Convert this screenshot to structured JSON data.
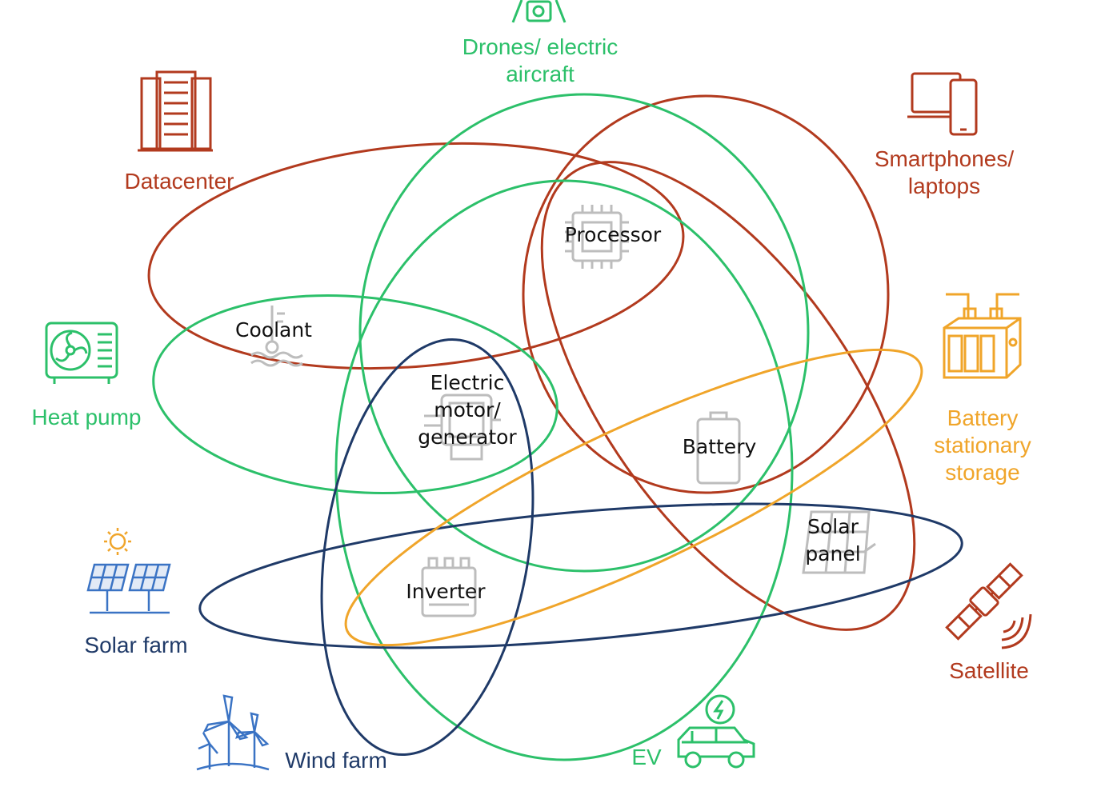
{
  "colors": {
    "datacenter": "#B23A1E",
    "electronics": "#B23A1E",
    "aircraft": "#2CC06A",
    "ev": "#2CC06A",
    "heatpump": "#2CC06A",
    "solar": "#1F3A68",
    "wind": "#1F3A68",
    "storage": "#F0A52A",
    "component_icon": "#BDBDBD",
    "component_text": "#111111"
  },
  "applications": {
    "drones": {
      "line1": "Drones/ electric",
      "line2": "aircraft",
      "icon": "drone-icon"
    },
    "datacenter": {
      "label": "Datacenter",
      "icon": "server-rack-icon"
    },
    "smartphones": {
      "line1": "Smartphones/",
      "line2": "laptops",
      "icon": "devices-icon"
    },
    "heatpump": {
      "label": "Heat pump",
      "icon": "heat-pump-icon"
    },
    "battery_storage": {
      "line1": "Battery",
      "line2": "stationary",
      "line3": "storage",
      "icon": "battery-storage-icon"
    },
    "solar_farm": {
      "label": "Solar farm",
      "icon": "solar-farm-icon"
    },
    "satellite": {
      "label": "Satellite",
      "icon": "satellite-icon"
    },
    "wind_farm": {
      "label": "Wind farm",
      "icon": "wind-turbine-icon"
    },
    "ev": {
      "label": "EV",
      "icon": "electric-car-icon"
    }
  },
  "components": {
    "processor": {
      "label": "Processor",
      "icon": "chip-icon"
    },
    "coolant": {
      "label": "Coolant",
      "icon": "coolant-icon"
    },
    "motor": {
      "line1": "Electric",
      "line2": "motor/",
      "line3": "generator",
      "icon": "motor-icon"
    },
    "battery": {
      "label": "Battery",
      "icon": "battery-icon"
    },
    "solar_panel": {
      "line1": "Solar",
      "line2": "panel",
      "icon": "solar-panel-icon"
    },
    "inverter": {
      "label": "Inverter",
      "icon": "inverter-icon"
    }
  }
}
